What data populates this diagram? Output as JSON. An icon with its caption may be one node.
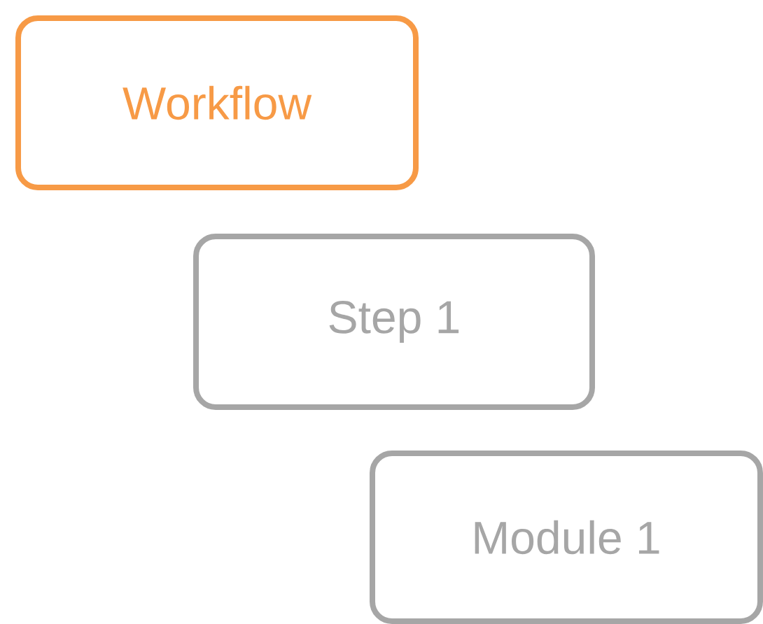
{
  "diagram": {
    "nodes": [
      {
        "text": [
          "Workflow"
        ]
      },
      {
        "text": [
          "Step 1"
        ]
      },
      {
        "text": [
          "Module 1"
        ]
      }
    ]
  }
}
